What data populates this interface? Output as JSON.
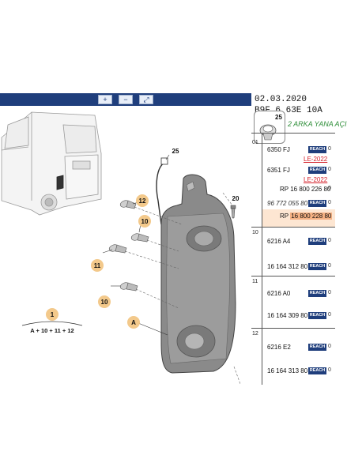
{
  "toolbar": {
    "buttons": [
      {
        "icon": "zoom-in-icon",
        "glyph": "+"
      },
      {
        "icon": "zoom-out-icon",
        "glyph": "−"
      },
      {
        "icon": "zoom-fit-icon",
        "glyph": "⤢"
      }
    ]
  },
  "header": {
    "date": "02.03.2020",
    "code": "B9F 6 63E 10A"
  },
  "thumbnail": {
    "number": "25"
  },
  "section_title": "2 ARKA YANA AÇI",
  "callouts": {
    "c12": "12",
    "c10a": "10",
    "c11": "11",
    "c10b": "10",
    "c20": "20",
    "c25": "25",
    "cA": "A",
    "c1": "1",
    "formula": "A + 10 + 11 + 12"
  },
  "table": {
    "groups": [
      {
        "position": "01",
        "rows": [
          {
            "ref": "6350 FJ",
            "tag": "REACH",
            "edge": "0"
          },
          {
            "le": "LE-2022"
          },
          {
            "ref": "6351 FJ",
            "tag": "REACH",
            "edge": "0"
          },
          {
            "le": "LE-2022"
          },
          {
            "rp": "RP 16 800 226 80",
            "edge": "0"
          },
          {
            "ref_italic": "96 772 055 80",
            "tag": "REACH",
            "edge": "0"
          },
          {
            "rp_prefix": "RP",
            "rp_highlight": "16 800 228 80"
          }
        ]
      },
      {
        "position": "10",
        "rows": [
          {
            "ref": "6216 A4",
            "tag": "REACH",
            "edge": "0"
          },
          {
            "ref": "16 164 312 80",
            "tag": "REACH",
            "edge": "0"
          }
        ]
      },
      {
        "position": "11",
        "rows": [
          {
            "ref": "6216 A0",
            "tag": "REACH",
            "edge": "0"
          },
          {
            "ref": "16 164 309 80",
            "tag": "REACH",
            "edge": "0"
          }
        ]
      },
      {
        "position": "12",
        "rows": [
          {
            "ref": "6216 E2",
            "tag": "REACH",
            "edge": "0"
          },
          {
            "ref": "16 164 313 80",
            "tag": "REACH",
            "edge": "0"
          }
        ]
      }
    ]
  },
  "colors": {
    "toolbar": "#1f3e7c",
    "callout_fill": "#f3c98b",
    "reach_tag": "#1f3e7c",
    "le_text": "#d4202a",
    "highlight": "#f5b183"
  }
}
